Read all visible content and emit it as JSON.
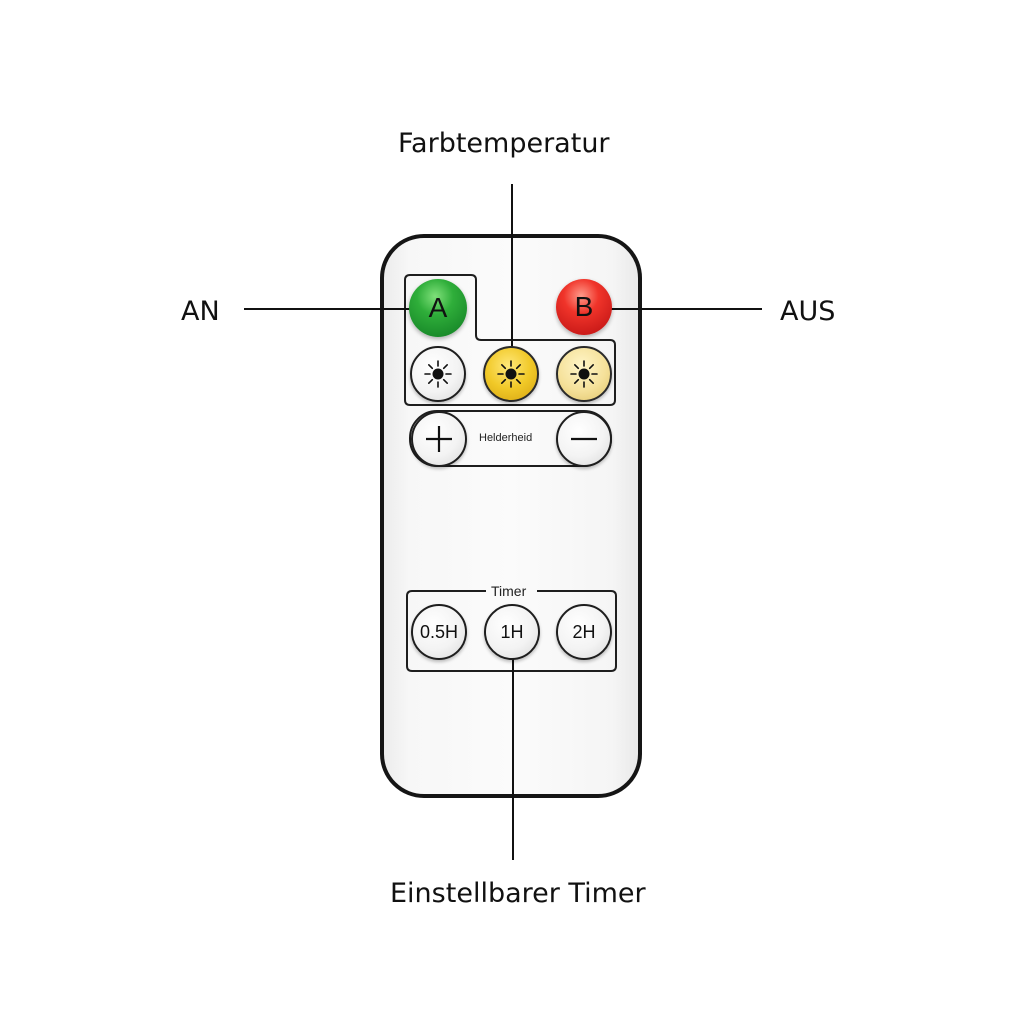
{
  "callouts": {
    "on": "AN",
    "off": "AUS",
    "color_temperature": "Farbtemperatur",
    "timer": "Einstellbarer Timer"
  },
  "remote": {
    "button_a": "A",
    "button_b": "B",
    "brightness_label": "Helderheid",
    "timer_label": "Timer",
    "timer_buttons": [
      "0.5H",
      "1H",
      "2H"
    ]
  },
  "colors": {
    "button_a": "#2fae3a",
    "button_b": "#f0342a",
    "warm_yellow": "#f1c928",
    "pale_yellow": "#f5e19a",
    "outline": "#151515"
  },
  "icons": {
    "color_temp_buttons": [
      "sun-icon",
      "sun-icon",
      "sun-icon"
    ],
    "brightness_up": "plus-icon",
    "brightness_down": "minus-icon"
  }
}
